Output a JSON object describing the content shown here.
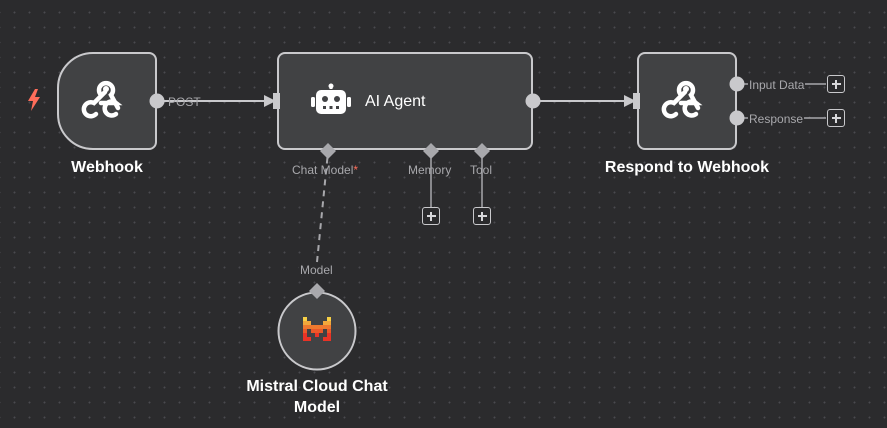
{
  "nodes": {
    "webhook": {
      "label": "Webhook",
      "icon": "webhook-icon",
      "output_label": "POST"
    },
    "ai_agent": {
      "title": "AI Agent",
      "icon": "robot-icon",
      "ports": {
        "chat_model": "Chat Model",
        "chat_model_required": "*",
        "memory": "Memory",
        "tool": "Tool"
      }
    },
    "respond": {
      "label": "Respond to Webhook",
      "icon": "webhook-icon",
      "outputs": [
        "Input Data",
        "Response"
      ]
    },
    "mistral": {
      "label_line1": "Mistral Cloud Chat",
      "label_line2": "Model",
      "icon": "mistral-logo-icon",
      "port_label": "Model"
    }
  },
  "trigger": {
    "icon": "lightning-bolt-icon"
  },
  "colors": {
    "background": "#2b2b2d",
    "node_fill": "#414244",
    "node_border": "#c9c9cc",
    "connection": "#c9c9cc",
    "port_label": "#a8a8ac",
    "required_marker": "#ff6d5a",
    "trigger": "#ff6d5a"
  }
}
